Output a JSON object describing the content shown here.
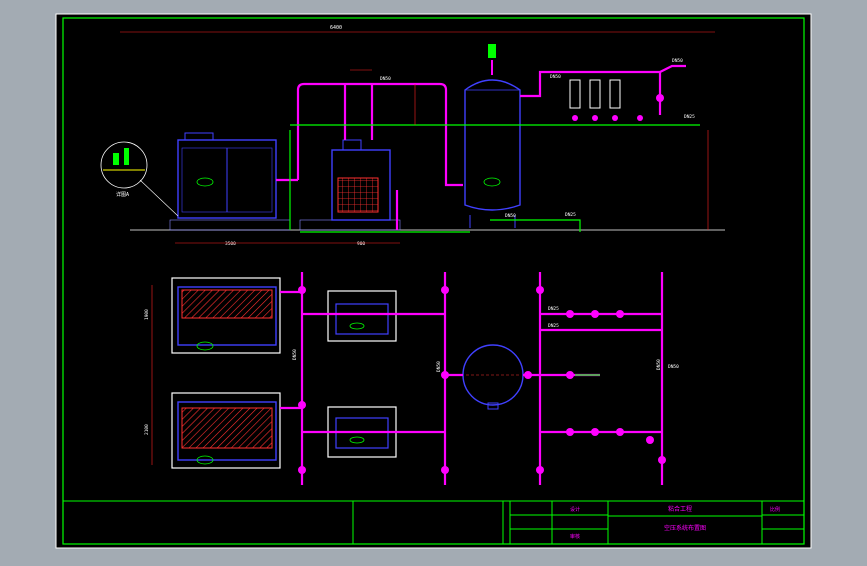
{
  "title_block": {
    "company": "粘合工程",
    "drawing_title": "空压系统布置图",
    "designer_label": "设计",
    "checker_label": "审核",
    "scale_label": "比例"
  },
  "elevation": {
    "overall_dim": "6400",
    "detail_label": "详图A",
    "tank_size": "DN50",
    "pipe_labels": [
      "DN50",
      "DN50",
      "DN50",
      "DN25",
      "DN25"
    ]
  },
  "plan": {
    "dim_labels": [
      "1900",
      "2100",
      "3500",
      "900"
    ],
    "pipe_labels": [
      "DN50",
      "DN50",
      "DN25",
      "DN25",
      "DN50",
      "DN50"
    ]
  },
  "colors": {
    "frame": "#00ff00",
    "pipe": "#ff00ff",
    "equipment": "#4040ff",
    "dimension": "#ff2020",
    "text": "#ffffff"
  }
}
